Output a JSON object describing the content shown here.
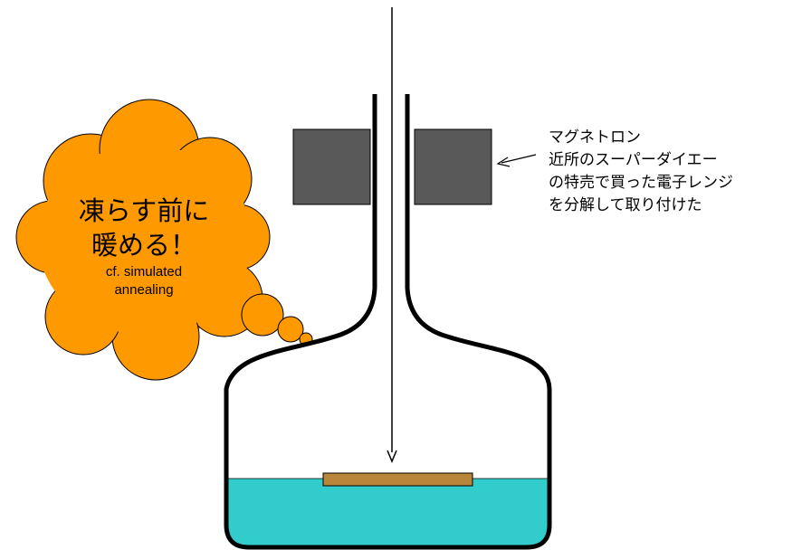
{
  "colors": {
    "liquid": "#33cccc",
    "sample": "#b8863b",
    "magnetron": "#595959",
    "cloud": "#ff9900",
    "outline": "#000000"
  },
  "thought_cloud": {
    "line1": "凍らす前に",
    "line2": "暖める！",
    "line3": "cf. simulated",
    "line4": "annealing"
  },
  "magnetron_note": {
    "line1": "マグネトロン",
    "line2": "近所のスーパーダイエー",
    "line3": "の特売で買った電子レンジ",
    "line4": "を分解して取り付けた"
  }
}
